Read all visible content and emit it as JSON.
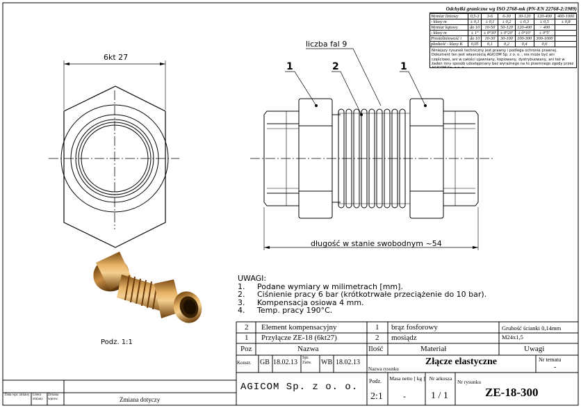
{
  "tolerance": {
    "title": "Odchyłki graniczne wg ISO 2768-mk (PN-EN 22768-2:1989)",
    "rows": [
      [
        "Wymiar liniowy",
        "0,5-3",
        "3-6",
        "6-30",
        "30-120",
        "120-400",
        "400-1000"
      ],
      [
        "- klasy m",
        "± 0,1",
        "± 0,1",
        "± 0,2",
        "± 0,3",
        "± 0,5",
        "± 0,8"
      ],
      [
        "Wymiar kątowy",
        "do 10",
        "10-50",
        "50-120",
        "120-400",
        "> 400",
        ""
      ],
      [
        "- klasy m",
        "± 1°",
        "± 0°30'",
        "± 0°20'",
        "± 0°10'",
        "± 0°5'",
        ""
      ],
      [
        "Prostoliniowość i",
        "do 10",
        "10-30",
        "30-100",
        "100-300",
        "300-1000",
        ""
      ],
      [
        "płaskość - klasy K",
        "0,05",
        "0,1",
        "0,2",
        "0,4",
        "0,6",
        ""
      ]
    ],
    "note": "Niniejszy rysunek techniczny jest prawny i podlega ochronie prawnej. Dokument ten jest własnością AGICOM Sp. z o. o. , nie może być ani częściowo, ani w całości ujawniany, kopiowany, dystrybuowany, ani też w żaden inny sposób udostępniany bez wyraźnego na to pisemnego zgody przez AGICOM Sp. z o. o."
  },
  "dimensions": {
    "hex": "6kt 27",
    "waves": "liczba fal 9",
    "length": "długość w stanie swobodnym ~54",
    "pos1a": "1",
    "pos2": "2",
    "pos1b": "1"
  },
  "iso_label": "Podz. 1:1",
  "notes": {
    "heading": "UWAGI:",
    "items": [
      {
        "num": "1.",
        "text": "Podane wymiary w milimetrach [mm]."
      },
      {
        "num": "2.",
        "text": "Ciśnienie pracy 6 bar (krótkotrwałe przeciążenie do 10 bar)."
      },
      {
        "num": "3.",
        "text": "Kompensacja osiowa 4 mm."
      },
      {
        "num": "4.",
        "text": "Temp. pracy 190°C."
      }
    ]
  },
  "parts": {
    "rows": [
      {
        "poz": "2",
        "nazwa": "Element kompensacyjny",
        "ilosc": "1",
        "material": "brąz fosforowy",
        "uwagi": "Grubość ścianki 0,14mm"
      },
      {
        "poz": "1",
        "nazwa": "Przyłącze ZE-18 (6kt27)",
        "ilosc": "2",
        "material": "mosiądz",
        "uwagi": "M24x1,5"
      }
    ],
    "headers": {
      "poz": "Poz",
      "nazwa": "Nazwa",
      "ilosc": "Ilość",
      "material": "Materiał",
      "uwagi": "Uwagi"
    }
  },
  "title_block": {
    "konstr_label": "Konstr.",
    "konstr_initials": "GB",
    "konstr_date": "18.02.13",
    "spr_label": "Spr. Zatw.",
    "spr_initials": "WB",
    "spr_date": "18.02.13",
    "nazwa_label": "Nazwa rysunku",
    "nazwa": "Złącze elastyczne",
    "nr_tematu_label": "Nr tematu",
    "nr_tematu": "-",
    "company": "AGICOM Sp. z o. o.",
    "podz_label": "Podz.",
    "podz": "2:1",
    "masa_label": "Masa netto [ kg ]",
    "masa": "-",
    "arkusz_label": "Nr arkusza",
    "arkusz": "1 / 1",
    "nr_rys_label": "Nr rysunku",
    "nr_rys": "ZE-18-300"
  },
  "revision": {
    "data_label": "Data wpr. zmiany",
    "litera_label": "Litera zmiany",
    "zmiana_label": "Zmiana wprow.",
    "zmiana_dotyczy": "Zmiana dotyczy"
  }
}
